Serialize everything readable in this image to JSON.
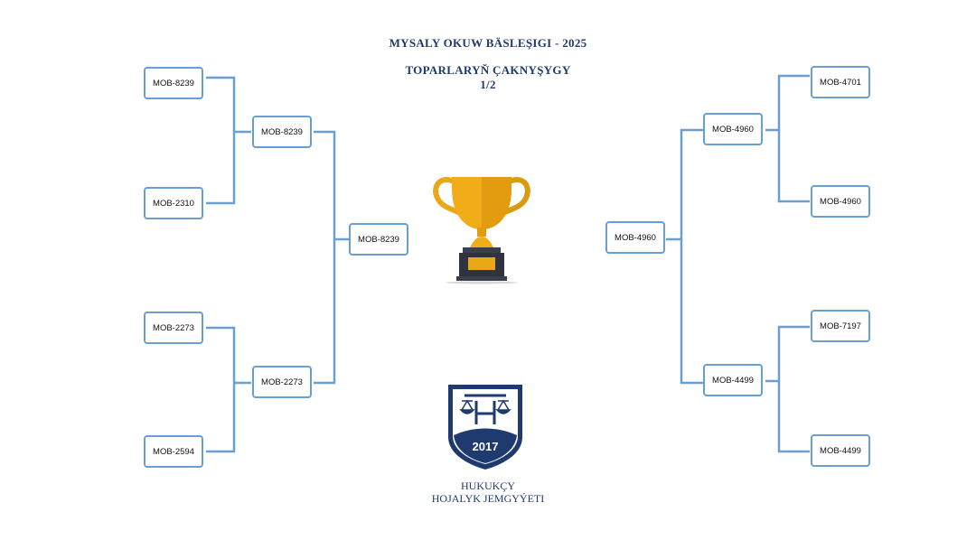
{
  "header": {
    "title": "MYSALY OKUW BÄSLEŞIGI - 2025",
    "subtitle_line1": "TOPARLARYŇ ÇAKNYŞYGY",
    "subtitle_line2": "1/2"
  },
  "bracket": {
    "left": {
      "round1": [
        "MOB-8239",
        "MOB-2310",
        "MOB-2273",
        "MOB-2594"
      ],
      "round2": [
        "MOB-8239",
        "MOB-2273"
      ],
      "final": "MOB-8239"
    },
    "right": {
      "round1": [
        "MOB-4701",
        "MOB-4960",
        "MOB-7197",
        "MOB-4499"
      ],
      "round2": [
        "MOB-4960",
        "MOB-4499"
      ],
      "final": "MOB-4960"
    }
  },
  "crest": {
    "year": "2017"
  },
  "organization": {
    "line1": "HUKUKÇY",
    "line2": "HOJALYK JEMGYÝETI"
  },
  "colors": {
    "line": "#6a9fd4",
    "title": "#1f3a6e",
    "trophy_gold": "#e8a817",
    "crest_navy": "#1f3a6e"
  },
  "icons": [
    "trophy-icon",
    "crest-logo"
  ]
}
